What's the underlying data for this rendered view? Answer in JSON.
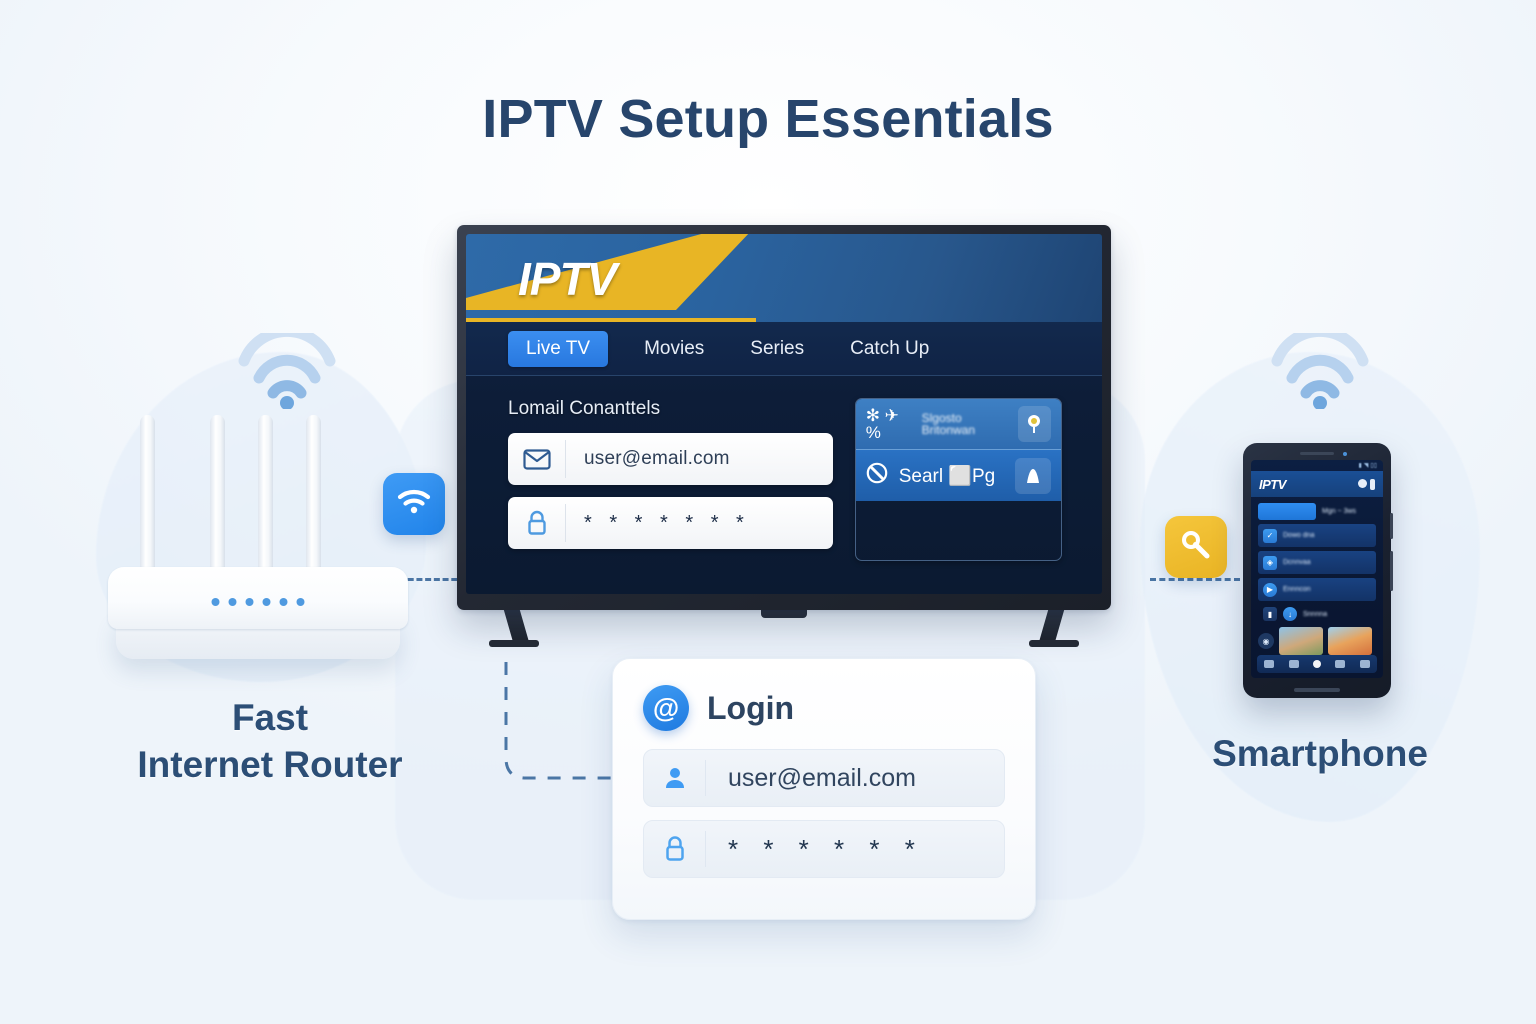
{
  "page": {
    "title": "IPTV Setup Essentials",
    "accent_blue": "#2184ea",
    "accent_yellow": "#e9b424",
    "title_color": "#27456c",
    "caption_color": "#2c4e76"
  },
  "tv": {
    "logo": "IPTV",
    "nav": [
      {
        "label": "Live TV",
        "active": true
      },
      {
        "label": "Movies",
        "active": false
      },
      {
        "label": "Series",
        "active": false
      },
      {
        "label": "Catch Up",
        "active": false
      }
    ],
    "form": {
      "section_label": "Lomail Conanttels",
      "email": {
        "icon": "envelope-icon",
        "value": "user@email.com"
      },
      "password": {
        "icon": "lock-icon",
        "value": "* * * * * * *"
      }
    },
    "panel": {
      "top_row": {
        "glyphs": "✻ ✈ %",
        "blurred_text": "Slgosto Britonwan",
        "button_icon": "pin-icon"
      },
      "bottom_row": {
        "icon": "no-entry-icon",
        "label": "Searl ⬜Pg",
        "button_icon": "user-icon"
      }
    }
  },
  "router": {
    "caption_line1": "Fast",
    "caption_line2": "Internet Router",
    "led_count": 6,
    "antenna_count": 4,
    "wifi_badge_icon": "wifi-icon"
  },
  "phone": {
    "caption": "Smartphone",
    "logo": "IPTV",
    "tab_blur_text": "Mgn  ~ 3ws",
    "rows": [
      {
        "icon": "check-shield-icon",
        "text": "Dowo dna"
      },
      {
        "icon": "shield-icon",
        "text": "Dcnnvaa"
      },
      {
        "icon": "play-icon",
        "text": "Ennncon"
      },
      {
        "icon": "key-icon",
        "text": "Snnnna"
      }
    ],
    "key_badge_icon": "key-icon"
  },
  "login_card": {
    "title": "Login",
    "at_icon": "at-icon",
    "email": {
      "icon": "person-icon",
      "value": "user@email.com"
    },
    "password": {
      "icon": "lock-icon",
      "value": "* * * * * *"
    }
  }
}
